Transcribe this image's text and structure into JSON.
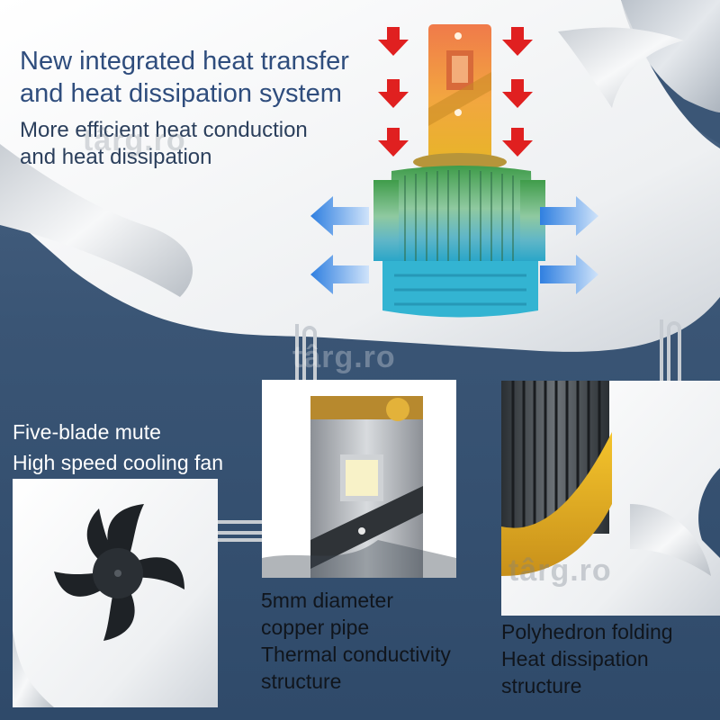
{
  "headline": {
    "line1": "New integrated heat transfer",
    "line2": "and heat dissipation system"
  },
  "subheadline": {
    "line1": "More efficient heat conduction",
    "line2": "and heat dissipation"
  },
  "fan_caption": {
    "line1": "Five-blade mute",
    "line2": "High speed cooling fan"
  },
  "pipe_caption": {
    "line1": "5mm diameter",
    "line2": "copper pipe",
    "line3": "Thermal conductivity",
    "line4": "structure"
  },
  "poly_caption": {
    "line1": "Polyhedron folding",
    "line2": "Heat dissipation",
    "line3": "structure"
  },
  "watermark": "târg.ro",
  "colors": {
    "background": "#3a5575",
    "headline": "#2f4d7d",
    "heat_arrows": "#e02020",
    "air_arrows": "#3f8ee8",
    "gold": "#e9b21e"
  }
}
